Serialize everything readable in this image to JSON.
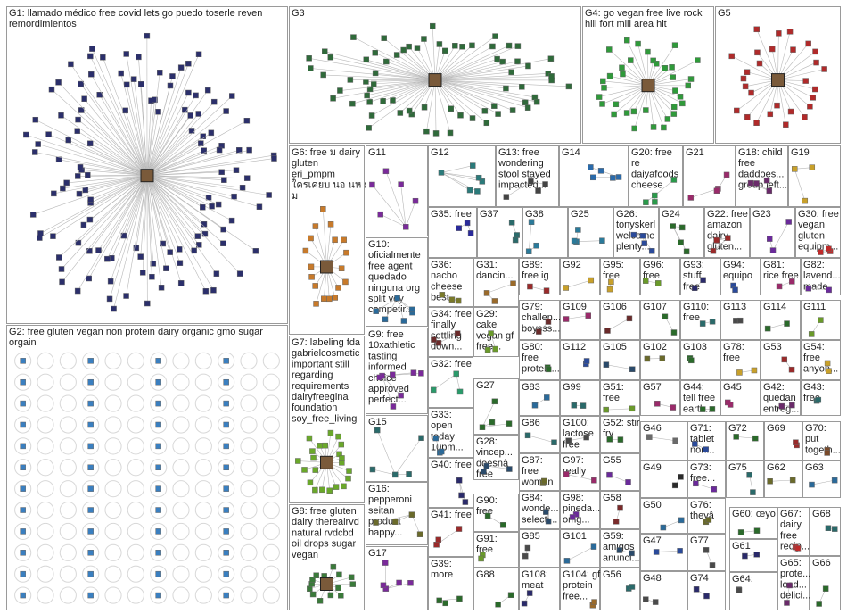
{
  "title": "",
  "groups": [
    {
      "id": "G1",
      "lines": [
        "G1: llamado médico free covid lets go puedo toserle reven",
        "remordimientos"
      ],
      "kind": "star",
      "nodes": 130,
      "color": "#2b2f6b"
    },
    {
      "id": "G2",
      "lines": [
        "G2: free gluten vegan non protein dairy organic gmo sugar",
        "orgain"
      ],
      "kind": "grid",
      "nodes": 140,
      "color": "#3a7fc0"
    },
    {
      "id": "G3",
      "lines": [
        "G3"
      ],
      "kind": "star",
      "nodes": 70,
      "color": "#2f6a3a"
    },
    {
      "id": "G4",
      "lines": [
        "G4: go vegan free live rock",
        "hill fort mill area hit"
      ],
      "kind": "star",
      "nodes": 35,
      "color": "#2f9a3a"
    },
    {
      "id": "G5",
      "lines": [
        "G5"
      ],
      "kind": "star",
      "nodes": 28,
      "color": "#b02a2a"
    },
    {
      "id": "G6",
      "lines": [
        "G6: free ม dairy",
        "gluten",
        "eri_pmpm",
        "ใครเคยบ นอ นห ย",
        "ม"
      ],
      "kind": "star",
      "nodes": 18,
      "color": "#c87a2a"
    },
    {
      "id": "G7",
      "lines": [
        "G7: labeling fda",
        "gabrielcosmetic",
        "important still",
        "regarding",
        "requirements",
        "dairyfreegina",
        "foundation",
        "soy_free_living"
      ],
      "kind": "star",
      "nodes": 22,
      "color": "#6aa82a"
    },
    {
      "id": "G8",
      "lines": [
        "G8: free gluten",
        "dairy therealrvd",
        "natural rvdcbd",
        "oil drops sugar",
        "vegan"
      ],
      "kind": "star",
      "nodes": 14,
      "color": "#3a7a3a"
    },
    {
      "id": "G9",
      "lines": [
        "G9: free",
        "10xathletic",
        "tasting",
        "informed",
        "choice",
        "approved",
        "perfect..."
      ],
      "kind": "small",
      "nodes": 7,
      "color": "#7a2a9a"
    },
    {
      "id": "G10",
      "lines": [
        "G10:",
        "oficialmente",
        "free agent",
        "quedado",
        "ninguna org",
        "split voy",
        "competir..."
      ],
      "kind": "small",
      "nodes": 6,
      "color": "#2a6a9a"
    },
    {
      "id": "G11",
      "lines": [
        "G11"
      ],
      "kind": "small",
      "nodes": 6,
      "color": "#7a2a9a"
    },
    {
      "id": "G12",
      "lines": [
        "G12"
      ],
      "kind": "small",
      "nodes": 6,
      "color": "#2a7a7a"
    },
    {
      "id": "G13",
      "lines": [
        "G13: free",
        "wondering",
        "stool stayed",
        "impacted..."
      ],
      "kind": "small",
      "nodes": 4,
      "color": "#444"
    },
    {
      "id": "G14",
      "lines": [
        "G14"
      ],
      "kind": "small",
      "nodes": 5,
      "color": "#2a6aaa"
    },
    {
      "id": "G15",
      "lines": [
        "G15"
      ],
      "kind": "small",
      "nodes": 5,
      "color": "#2a6a6a"
    },
    {
      "id": "G16",
      "lines": [
        "G16:",
        "pepperoni",
        "seitan",
        "product",
        "happy..."
      ],
      "kind": "small",
      "nodes": 4,
      "color": "#6a6a2a"
    },
    {
      "id": "G17",
      "lines": [
        "G17"
      ],
      "kind": "small",
      "nodes": 5,
      "color": "#7a2a9a"
    },
    {
      "id": "G18",
      "lines": [
        "G18: child",
        "free",
        "daddoes...",
        "group left..."
      ],
      "kind": "small",
      "nodes": 4,
      "color": "#6a2a6a"
    },
    {
      "id": "G19",
      "lines": [
        "G19"
      ],
      "kind": "small",
      "nodes": 3,
      "color": "#c8a02a"
    },
    {
      "id": "G20",
      "lines": [
        "G20: free",
        "re",
        "daiyafoods",
        "cheese"
      ],
      "kind": "small",
      "nodes": 4,
      "color": "#2a9a4a"
    },
    {
      "id": "G21",
      "lines": [
        "G21"
      ],
      "kind": "small",
      "nodes": 4,
      "color": "#9a2a6a"
    },
    {
      "id": "G22",
      "lines": [
        "G22: free",
        "amazon",
        "dairy",
        "gluten..."
      ],
      "kind": "small",
      "nodes": 4,
      "color": "#9a2a2a"
    },
    {
      "id": "G23",
      "lines": [
        "G23"
      ],
      "kind": "small",
      "nodes": 3,
      "color": "#6a2a9a"
    },
    {
      "id": "G24",
      "lines": [
        "G24"
      ],
      "kind": "small",
      "nodes": 4,
      "color": "#2a6a2a"
    },
    {
      "id": "G25",
      "lines": [
        "G25"
      ],
      "kind": "small",
      "nodes": 4,
      "color": "#2a7a9a"
    },
    {
      "id": "G26",
      "lines": [
        "G26:",
        "tonyskerl",
        "welcome",
        "plenty..."
      ],
      "kind": "small",
      "nodes": 4,
      "color": "#2a4a9a"
    },
    {
      "id": "G27",
      "lines": [
        "G27"
      ],
      "kind": "small",
      "nodes": 4,
      "color": "#2a6a2a"
    },
    {
      "id": "G28",
      "lines": [
        "G28:",
        "vincep...",
        "doesnâ",
        "free"
      ],
      "kind": "small",
      "nodes": 3,
      "color": "#2a4a6a"
    },
    {
      "id": "G29",
      "lines": [
        "G29:",
        "cake",
        "vegan gf",
        "free..."
      ],
      "kind": "small",
      "nodes": 3,
      "color": "#6a9a2a"
    },
    {
      "id": "G30",
      "lines": [
        "G30: free",
        "vegan",
        "gluten",
        "equipm..."
      ],
      "kind": "small",
      "nodes": 3,
      "color": "#c02a2a"
    },
    {
      "id": "G31",
      "lines": [
        "G31:",
        "dancin..."
      ],
      "kind": "small",
      "nodes": 3,
      "color": "#9a6a2a"
    },
    {
      "id": "G32",
      "lines": [
        "G32: free"
      ],
      "kind": "small",
      "nodes": 3,
      "color": "#2a9a6a"
    },
    {
      "id": "G33",
      "lines": [
        "G33:",
        "open",
        "today",
        "10pm..."
      ],
      "kind": "small",
      "nodes": 3,
      "color": "#2a6a9a"
    },
    {
      "id": "G34",
      "lines": [
        "G34: free",
        "finally",
        "settling",
        "down..."
      ],
      "kind": "small",
      "nodes": 3,
      "color": "#6a2a2a"
    },
    {
      "id": "G35",
      "lines": [
        "G35: free"
      ],
      "kind": "small",
      "nodes": 3,
      "color": "#2a2a9a"
    },
    {
      "id": "G36",
      "lines": [
        "G36:",
        "nacho",
        "cheese",
        "best..."
      ],
      "kind": "small",
      "nodes": 3,
      "color": "#7a7a2a"
    },
    {
      "id": "G37",
      "lines": [
        "G37"
      ],
      "kind": "small",
      "nodes": 3,
      "color": "#2a6a6a"
    },
    {
      "id": "G38",
      "lines": [
        "G38"
      ],
      "kind": "small",
      "nodes": 3,
      "color": "#2a7a9a"
    },
    {
      "id": "G39",
      "lines": [
        "G39:",
        "more"
      ],
      "kind": "small",
      "nodes": 3,
      "color": "#2a6a2a"
    },
    {
      "id": "G40",
      "lines": [
        "G40: free"
      ],
      "kind": "small",
      "nodes": 3,
      "color": "#2a2a6a"
    },
    {
      "id": "G41",
      "lines": [
        "G41: free"
      ],
      "kind": "small",
      "nodes": 3,
      "color": "#9a2a2a"
    },
    {
      "id": "G42",
      "lines": [
        "G42:",
        "quedan",
        "entreg..."
      ],
      "kind": "small",
      "nodes": 2,
      "color": "#6a2a6a"
    },
    {
      "id": "G43",
      "lines": [
        "G43:",
        "free"
      ],
      "kind": "small",
      "nodes": 2,
      "color": "#2a6a6a"
    },
    {
      "id": "G44",
      "lines": [
        "G44:",
        "tell free",
        "earth..."
      ],
      "kind": "small",
      "nodes": 2,
      "color": "#2a6a2a"
    },
    {
      "id": "G45",
      "lines": [
        "G45"
      ],
      "kind": "small",
      "nodes": 2,
      "color": "#9a2a6a"
    },
    {
      "id": "G46",
      "lines": [
        "G46"
      ],
      "kind": "small",
      "nodes": 2,
      "color": "#6a6a6a"
    },
    {
      "id": "G47",
      "lines": [
        "G47"
      ],
      "kind": "small",
      "nodes": 2,
      "color": "#2a4a9a"
    },
    {
      "id": "G48",
      "lines": [
        "G48"
      ],
      "kind": "small",
      "nodes": 2,
      "color": "#4a4a4a"
    },
    {
      "id": "G49",
      "lines": [
        "G49"
      ],
      "kind": "small",
      "nodes": 2,
      "color": "#2a2a2a"
    },
    {
      "id": "G50",
      "lines": [
        "G50"
      ],
      "kind": "small",
      "nodes": 2,
      "color": "#2a6a9a"
    },
    {
      "id": "G51",
      "lines": [
        "G51:",
        "free"
      ],
      "kind": "small",
      "nodes": 2,
      "color": "#6a9a2a"
    },
    {
      "id": "G52",
      "lines": [
        "G52: stir",
        "fry"
      ],
      "kind": "small",
      "nodes": 2,
      "color": "#2a6a2a"
    },
    {
      "id": "G53",
      "lines": [
        "G53"
      ],
      "kind": "small",
      "nodes": 2,
      "color": "#9a2a2a"
    },
    {
      "id": "G54",
      "lines": [
        "G54:",
        "free",
        "anyon..."
      ],
      "kind": "small",
      "nodes": 2,
      "color": "#c8a02a"
    },
    {
      "id": "G55",
      "lines": [
        "G55"
      ],
      "kind": "small",
      "nodes": 2,
      "color": "#6a2a9a"
    },
    {
      "id": "G56",
      "lines": [
        "G56"
      ],
      "kind": "small",
      "nodes": 2,
      "color": "#2a6a6a"
    },
    {
      "id": "G57",
      "lines": [
        "G57"
      ],
      "kind": "small",
      "nodes": 2,
      "color": "#9a2a6a"
    },
    {
      "id": "G58",
      "lines": [
        "G58"
      ],
      "kind": "small",
      "nodes": 2,
      "color": "#7a2a2a"
    },
    {
      "id": "G59",
      "lines": [
        "G59:",
        "amigos",
        "anunci..."
      ],
      "kind": "small",
      "nodes": 2,
      "color": "#2a4a6a"
    },
    {
      "id": "G60",
      "lines": [
        "G60: œyo"
      ],
      "kind": "small",
      "nodes": 2,
      "color": "#2a6a2a"
    },
    {
      "id": "G61",
      "lines": [
        "G61"
      ],
      "kind": "small",
      "nodes": 2,
      "color": "#2a2a6a"
    },
    {
      "id": "G62",
      "lines": [
        "G62"
      ],
      "kind": "small",
      "nodes": 2,
      "color": "#6a6a2a"
    },
    {
      "id": "G63",
      "lines": [
        "G63"
      ],
      "kind": "small",
      "nodes": 2,
      "color": "#2a6a9a"
    },
    {
      "id": "G64",
      "lines": [
        "G64:"
      ],
      "kind": "small",
      "nodes": 2,
      "color": "#4a4a4a"
    },
    {
      "id": "G65",
      "lines": [
        "G65:",
        "prote...",
        "load...",
        "delici..."
      ],
      "kind": "small",
      "nodes": 2,
      "color": "#6a2a6a"
    },
    {
      "id": "G66",
      "lines": [
        "G66"
      ],
      "kind": "small",
      "nodes": 2,
      "color": "#2a6a2a"
    },
    {
      "id": "G67",
      "lines": [
        "G67:",
        "dairy",
        "free",
        "recip..."
      ],
      "kind": "small",
      "nodes": 2,
      "color": "#c02a2a"
    },
    {
      "id": "G68",
      "lines": [
        "G68"
      ],
      "kind": "small",
      "nodes": 2,
      "color": "#2a6a6a"
    },
    {
      "id": "G69",
      "lines": [
        "G69"
      ],
      "kind": "small",
      "nodes": 2,
      "color": "#9a2a2a"
    },
    {
      "id": "G70",
      "lines": [
        "G70:",
        "put",
        "togeth..."
      ],
      "kind": "small",
      "nodes": 2,
      "color": "#7a4a2a"
    },
    {
      "id": "G71",
      "lines": [
        "G71:",
        "tablet",
        "non..."
      ],
      "kind": "small",
      "nodes": 2,
      "color": "#2a4a9a"
    },
    {
      "id": "G72",
      "lines": [
        "G72"
      ],
      "kind": "small",
      "nodes": 2,
      "color": "#2a6a2a"
    },
    {
      "id": "G73",
      "lines": [
        "G73:",
        "free..."
      ],
      "kind": "small",
      "nodes": 2,
      "color": "#6a2a9a"
    },
    {
      "id": "G74",
      "lines": [
        "G74"
      ],
      "kind": "small",
      "nodes": 2,
      "color": "#2a2a6a"
    },
    {
      "id": "G75",
      "lines": [
        "G75"
      ],
      "kind": "small",
      "nodes": 2,
      "color": "#2a6a6a"
    },
    {
      "id": "G76",
      "lines": [
        "G76:",
        "theyâ"
      ],
      "kind": "small",
      "nodes": 2,
      "color": "#6a6a2a"
    },
    {
      "id": "G77",
      "lines": [
        "G77"
      ],
      "kind": "small",
      "nodes": 2,
      "color": "#4a4a4a"
    },
    {
      "id": "G78",
      "lines": [
        "G78:",
        "free"
      ],
      "kind": "small",
      "nodes": 2,
      "color": "#c8a02a"
    },
    {
      "id": "G79",
      "lines": [
        "G79:",
        "challen...",
        "boysss..."
      ],
      "kind": "small",
      "nodes": 2,
      "color": "#6a2a2a"
    },
    {
      "id": "G80",
      "lines": [
        "G80:",
        "free",
        "protein..."
      ],
      "kind": "small",
      "nodes": 2,
      "color": "#2a6a2a"
    },
    {
      "id": "G81",
      "lines": [
        "G81:",
        "rice free"
      ],
      "kind": "small",
      "nodes": 2,
      "color": "#9a2a6a"
    },
    {
      "id": "G82",
      "lines": [
        "G82:",
        "lavend...",
        "made"
      ],
      "kind": "small",
      "nodes": 2,
      "color": "#6a2a9a"
    },
    {
      "id": "G83",
      "lines": [
        "G83"
      ],
      "kind": "small",
      "nodes": 2,
      "color": "#2a6a9a"
    },
    {
      "id": "G84",
      "lines": [
        "G84:",
        "wonde...",
        "selecti..."
      ],
      "kind": "small",
      "nodes": 2,
      "color": "#2a4a6a"
    },
    {
      "id": "G85",
      "lines": [
        "G85"
      ],
      "kind": "small",
      "nodes": 2,
      "color": "#4a4a4a"
    },
    {
      "id": "G86",
      "lines": [
        "G86"
      ],
      "kind": "small",
      "nodes": 2,
      "color": "#2a6a6a"
    },
    {
      "id": "G87",
      "lines": [
        "G87:",
        "free",
        "woman"
      ],
      "kind": "small",
      "nodes": 2,
      "color": "#6a6a2a"
    },
    {
      "id": "G88",
      "lines": [
        "G88"
      ],
      "kind": "small",
      "nodes": 2,
      "color": "#2a6a2a"
    },
    {
      "id": "G89",
      "lines": [
        "G89:",
        "free ig"
      ],
      "kind": "small",
      "nodes": 2,
      "color": "#9a2a2a"
    },
    {
      "id": "G90",
      "lines": [
        "G90:",
        "free"
      ],
      "kind": "small",
      "nodes": 2,
      "color": "#2a6a2a"
    },
    {
      "id": "G91",
      "lines": [
        "G91:",
        "free"
      ],
      "kind": "small",
      "nodes": 2,
      "color": "#6a9a2a"
    },
    {
      "id": "G92",
      "lines": [
        "G92"
      ],
      "kind": "small",
      "nodes": 2,
      "color": "#c8a02a"
    },
    {
      "id": "G93",
      "lines": [
        "G93:",
        "stuff",
        "free"
      ],
      "kind": "small",
      "nodes": 2,
      "color": "#2a2a6a"
    },
    {
      "id": "G94",
      "lines": [
        "G94:",
        "equipo"
      ],
      "kind": "small",
      "nodes": 2,
      "color": "#2a4a9a"
    },
    {
      "id": "G95",
      "lines": [
        "G95:",
        "free"
      ],
      "kind": "small",
      "nodes": 2,
      "color": "#c8a02a"
    },
    {
      "id": "G96",
      "lines": [
        "G96:",
        "free"
      ],
      "kind": "small",
      "nodes": 2,
      "color": "#6a9a2a"
    },
    {
      "id": "G97",
      "lines": [
        "G97:",
        "really"
      ],
      "kind": "small",
      "nodes": 2,
      "color": "#9a2a6a"
    },
    {
      "id": "G98",
      "lines": [
        "G98:",
        "pineda...",
        "omg..."
      ],
      "kind": "small",
      "nodes": 2,
      "color": "#6a2a9a"
    },
    {
      "id": "G99",
      "lines": [
        "G99"
      ],
      "kind": "small",
      "nodes": 2,
      "color": "#2a6a6a"
    },
    {
      "id": "G100",
      "lines": [
        "G100:",
        "lactose",
        "free"
      ],
      "kind": "small",
      "nodes": 2,
      "color": "#4a4a4a"
    },
    {
      "id": "G101",
      "lines": [
        "G101"
      ],
      "kind": "small",
      "nodes": 2,
      "color": "#2a6a9a"
    },
    {
      "id": "G102",
      "lines": [
        "G102"
      ],
      "kind": "small",
      "nodes": 2,
      "color": "#6a6a2a"
    },
    {
      "id": "G103",
      "lines": [
        "G103"
      ],
      "kind": "small",
      "nodes": 2,
      "color": "#2a6a2a"
    },
    {
      "id": "G104",
      "lines": [
        "G104: gf",
        "protein",
        "free..."
      ],
      "kind": "small",
      "nodes": 2,
      "color": "#9a6a2a"
    },
    {
      "id": "G105",
      "lines": [
        "G105"
      ],
      "kind": "small",
      "nodes": 2,
      "color": "#2a4a6a"
    },
    {
      "id": "G106",
      "lines": [
        "G106"
      ],
      "kind": "small",
      "nodes": 2,
      "color": "#6a2a2a"
    },
    {
      "id": "G107",
      "lines": [
        "G107"
      ],
      "kind": "small",
      "nodes": 2,
      "color": "#2a6a2a"
    },
    {
      "id": "G108",
      "lines": [
        "G108:",
        "meat"
      ],
      "kind": "small",
      "nodes": 2,
      "color": "#2a2a6a"
    },
    {
      "id": "G109",
      "lines": [
        "G109"
      ],
      "kind": "small",
      "nodes": 2,
      "color": "#9a2a6a"
    },
    {
      "id": "G110",
      "lines": [
        "G110:",
        "free"
      ],
      "kind": "small",
      "nodes": 2,
      "color": "#2a6a6a"
    },
    {
      "id": "G111",
      "lines": [
        "G111"
      ],
      "kind": "small",
      "nodes": 2,
      "color": "#6a9a2a"
    },
    {
      "id": "G112",
      "lines": [
        "G112"
      ],
      "kind": "small",
      "nodes": 2,
      "color": "#2a4a9a"
    },
    {
      "id": "G113",
      "lines": [
        "G113"
      ],
      "kind": "small",
      "nodes": 2,
      "color": "#4a4a4a"
    },
    {
      "id": "G114",
      "lines": [
        "G114"
      ],
      "kind": "small",
      "nodes": 2,
      "color": "#2a6a2a"
    }
  ]
}
